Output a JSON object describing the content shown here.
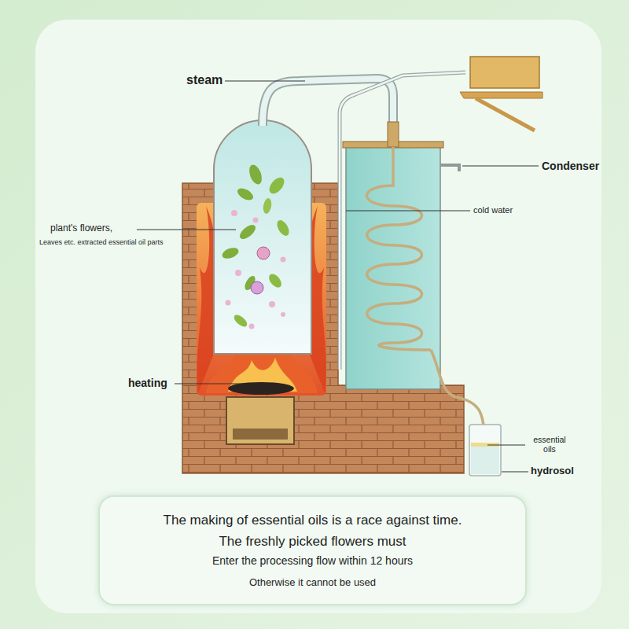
{
  "diagram": {
    "nodes": [
      {
        "text": [
          "The making of essential oils is a race against time.",
          "The freshly picked flowers must",
          "Enter the processing flow within 12 hours",
          "Otherwise it cannot be used"
        ]
      }
    ],
    "labels": [
      "steam",
      "Condenser",
      "cold water",
      "plant's flowers,",
      "Leaves etc. extracted essential oil parts",
      "heating",
      "essential oils",
      "hydrosol"
    ]
  }
}
